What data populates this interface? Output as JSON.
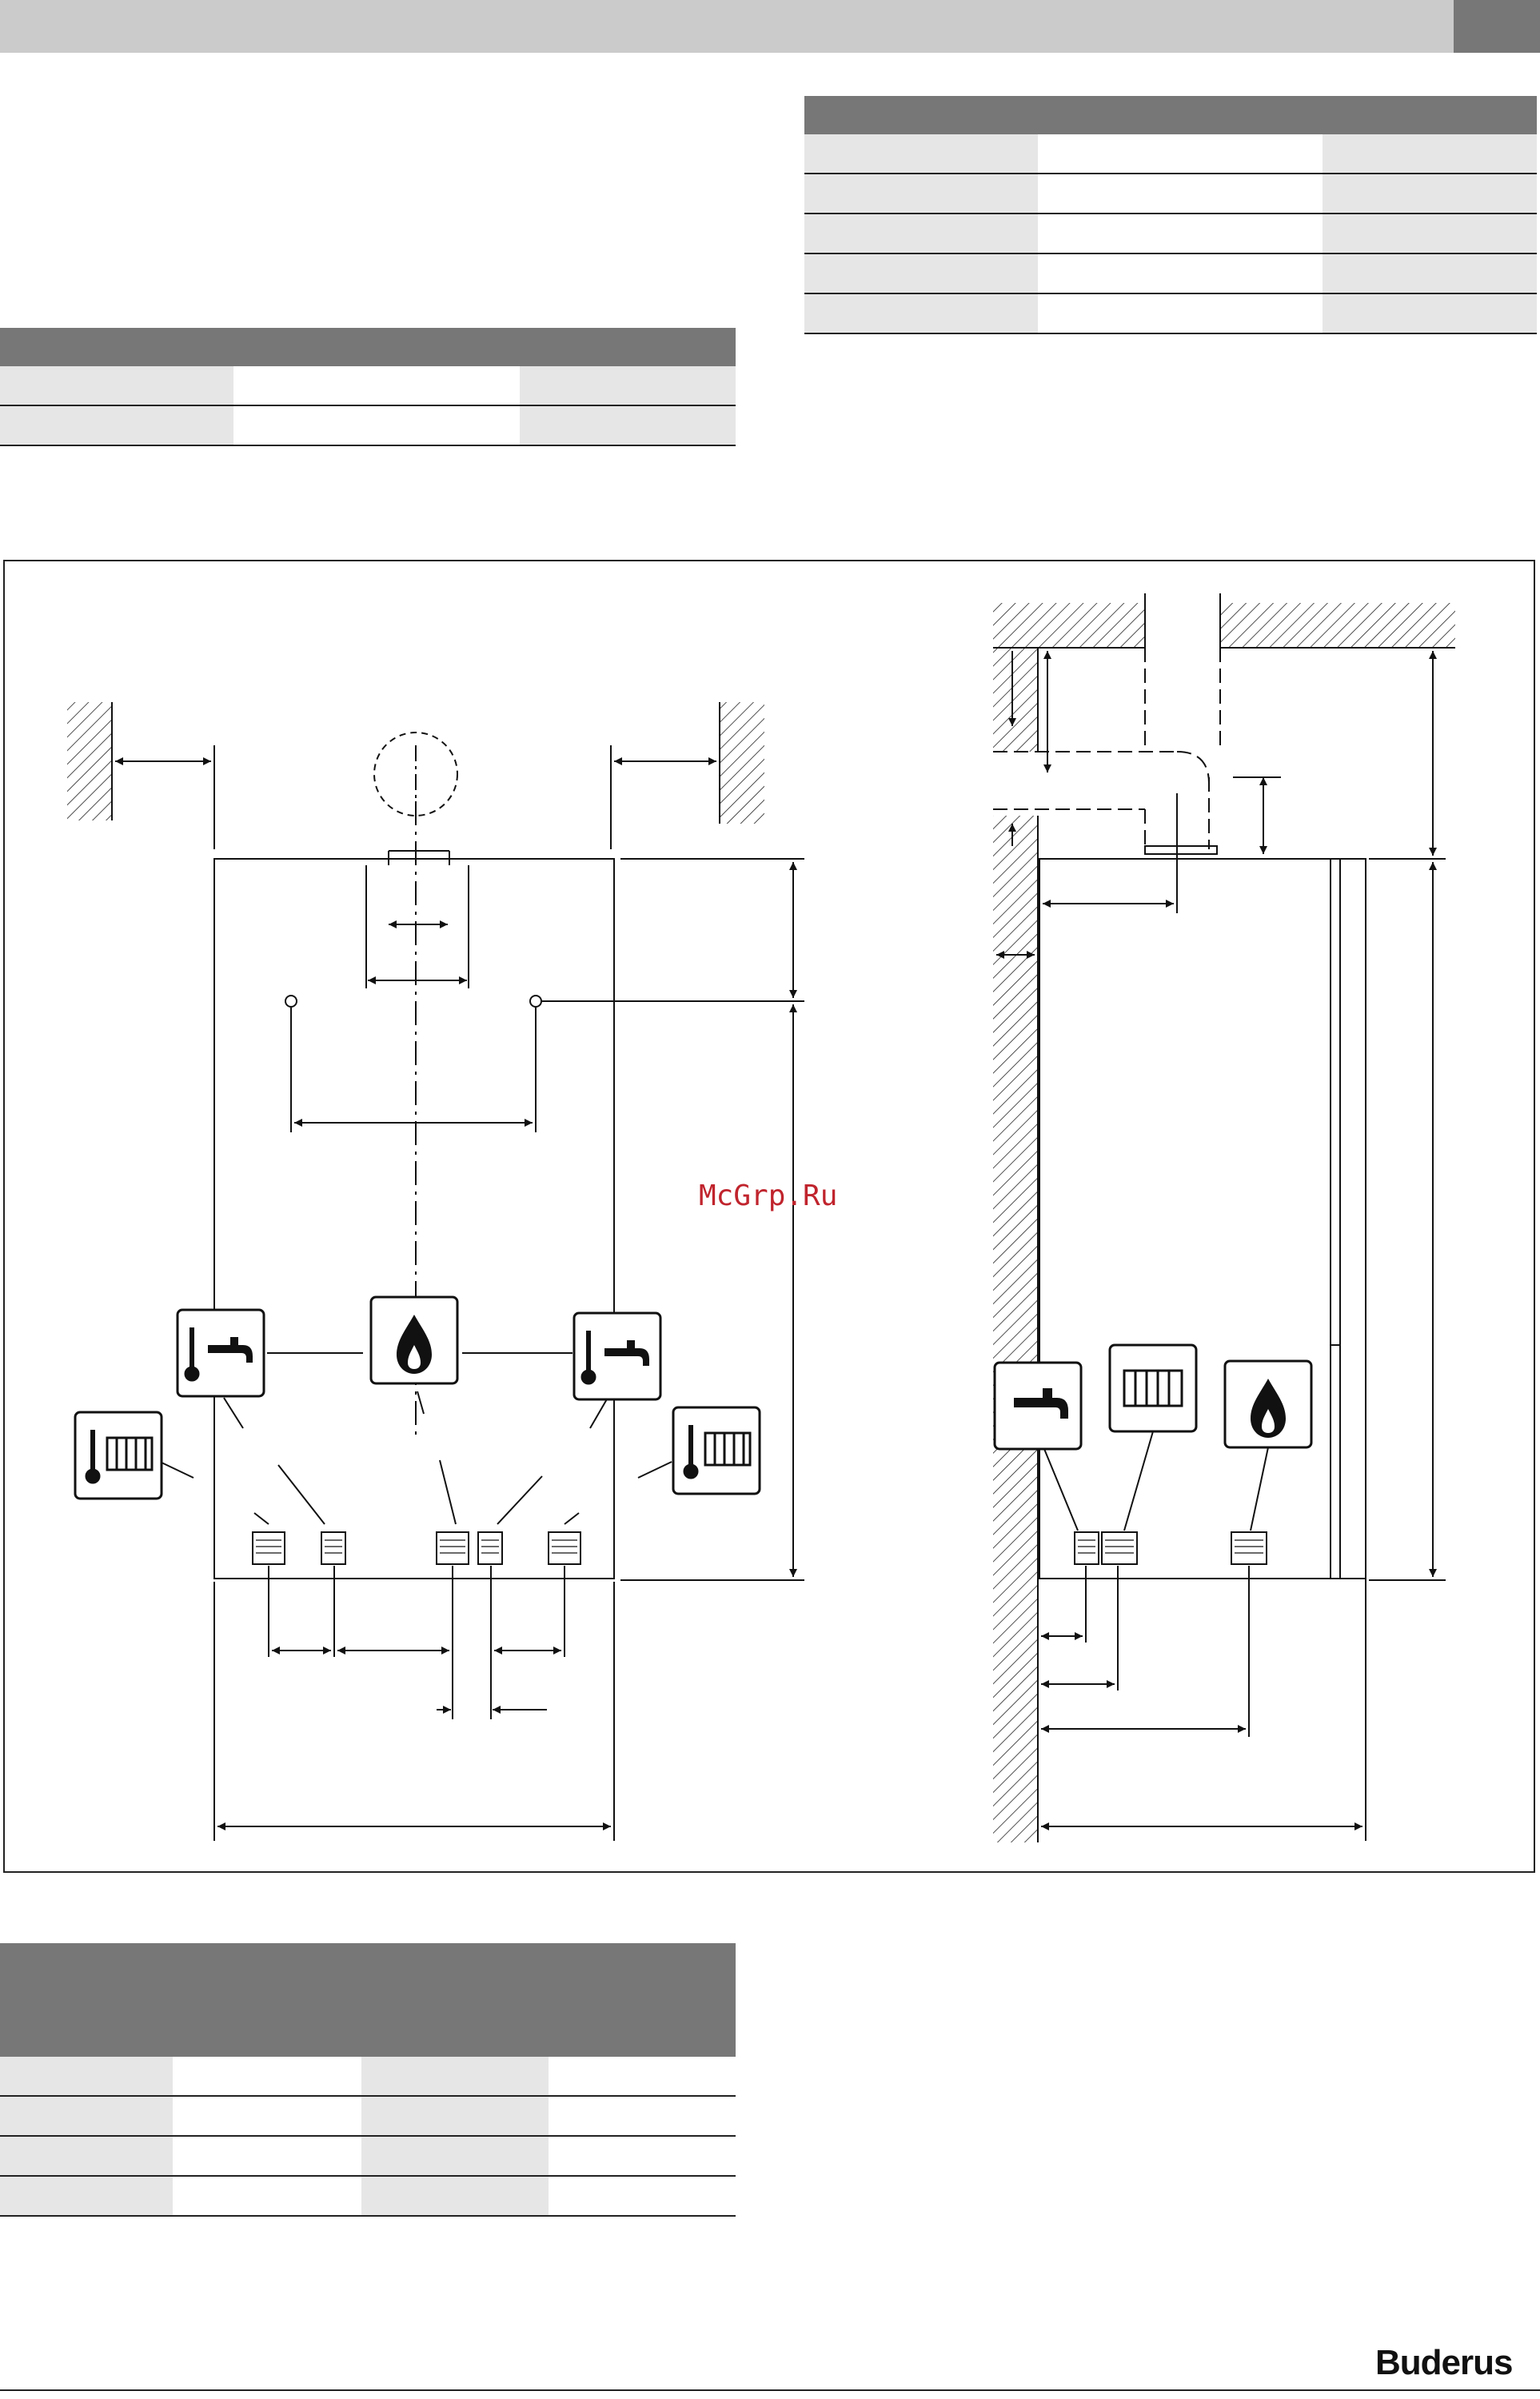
{
  "header": {
    "accent_color": "#777777",
    "bar_color": "#cbcbcb"
  },
  "watermark": {
    "text": "McGrp.Ru"
  },
  "brand": {
    "logo_text": "Buderus"
  },
  "table_top_right": {
    "rows": 5,
    "cols": 3
  },
  "table_top_left": {
    "rows": 2,
    "cols": 3
  },
  "table_bottom": {
    "rows": 4,
    "cols": 4
  },
  "diagram": {
    "front_view_icons": [
      "hot-water-temp-icon",
      "gas-flame-icon",
      "hot-water-temp-icon",
      "radiator-temp-icon",
      "radiator-temp-icon"
    ],
    "side_view_icons": [
      "water-tap-icon",
      "radiator-icon",
      "gas-flame-icon"
    ]
  }
}
